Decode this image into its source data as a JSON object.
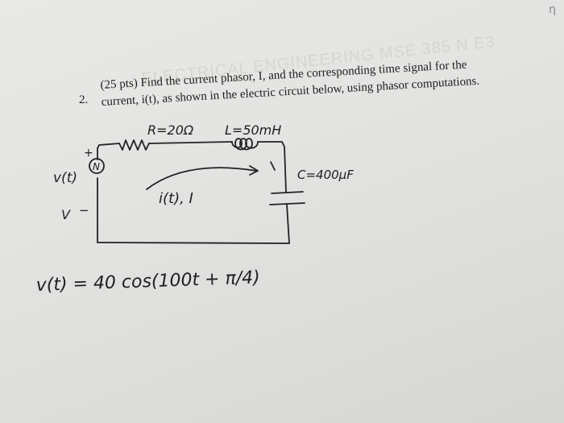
{
  "bleed_text": "ELECTRICAL ENGINEERING MSE 385 N E3",
  "problem": {
    "number": "2.",
    "line1": "(25 pts)  Find the current phasor, I, and the corresponding time signal for the",
    "line2": "current, i(t), as shown in the electric circuit below, using phasor computations."
  },
  "circuit": {
    "resistor_label": "R=20Ω",
    "inductor_label": "L=50mH",
    "capacitor_label": "C=400μF",
    "source_voltage_label": "v(t)",
    "source_unit_label": "V",
    "source_symbol": "N",
    "plus_sign": "+",
    "minus_sign": "−",
    "current_label": "i(t), I"
  },
  "equation": "v(t) = 40 cos(100t + π/4)",
  "corner_mark": "ƞ"
}
